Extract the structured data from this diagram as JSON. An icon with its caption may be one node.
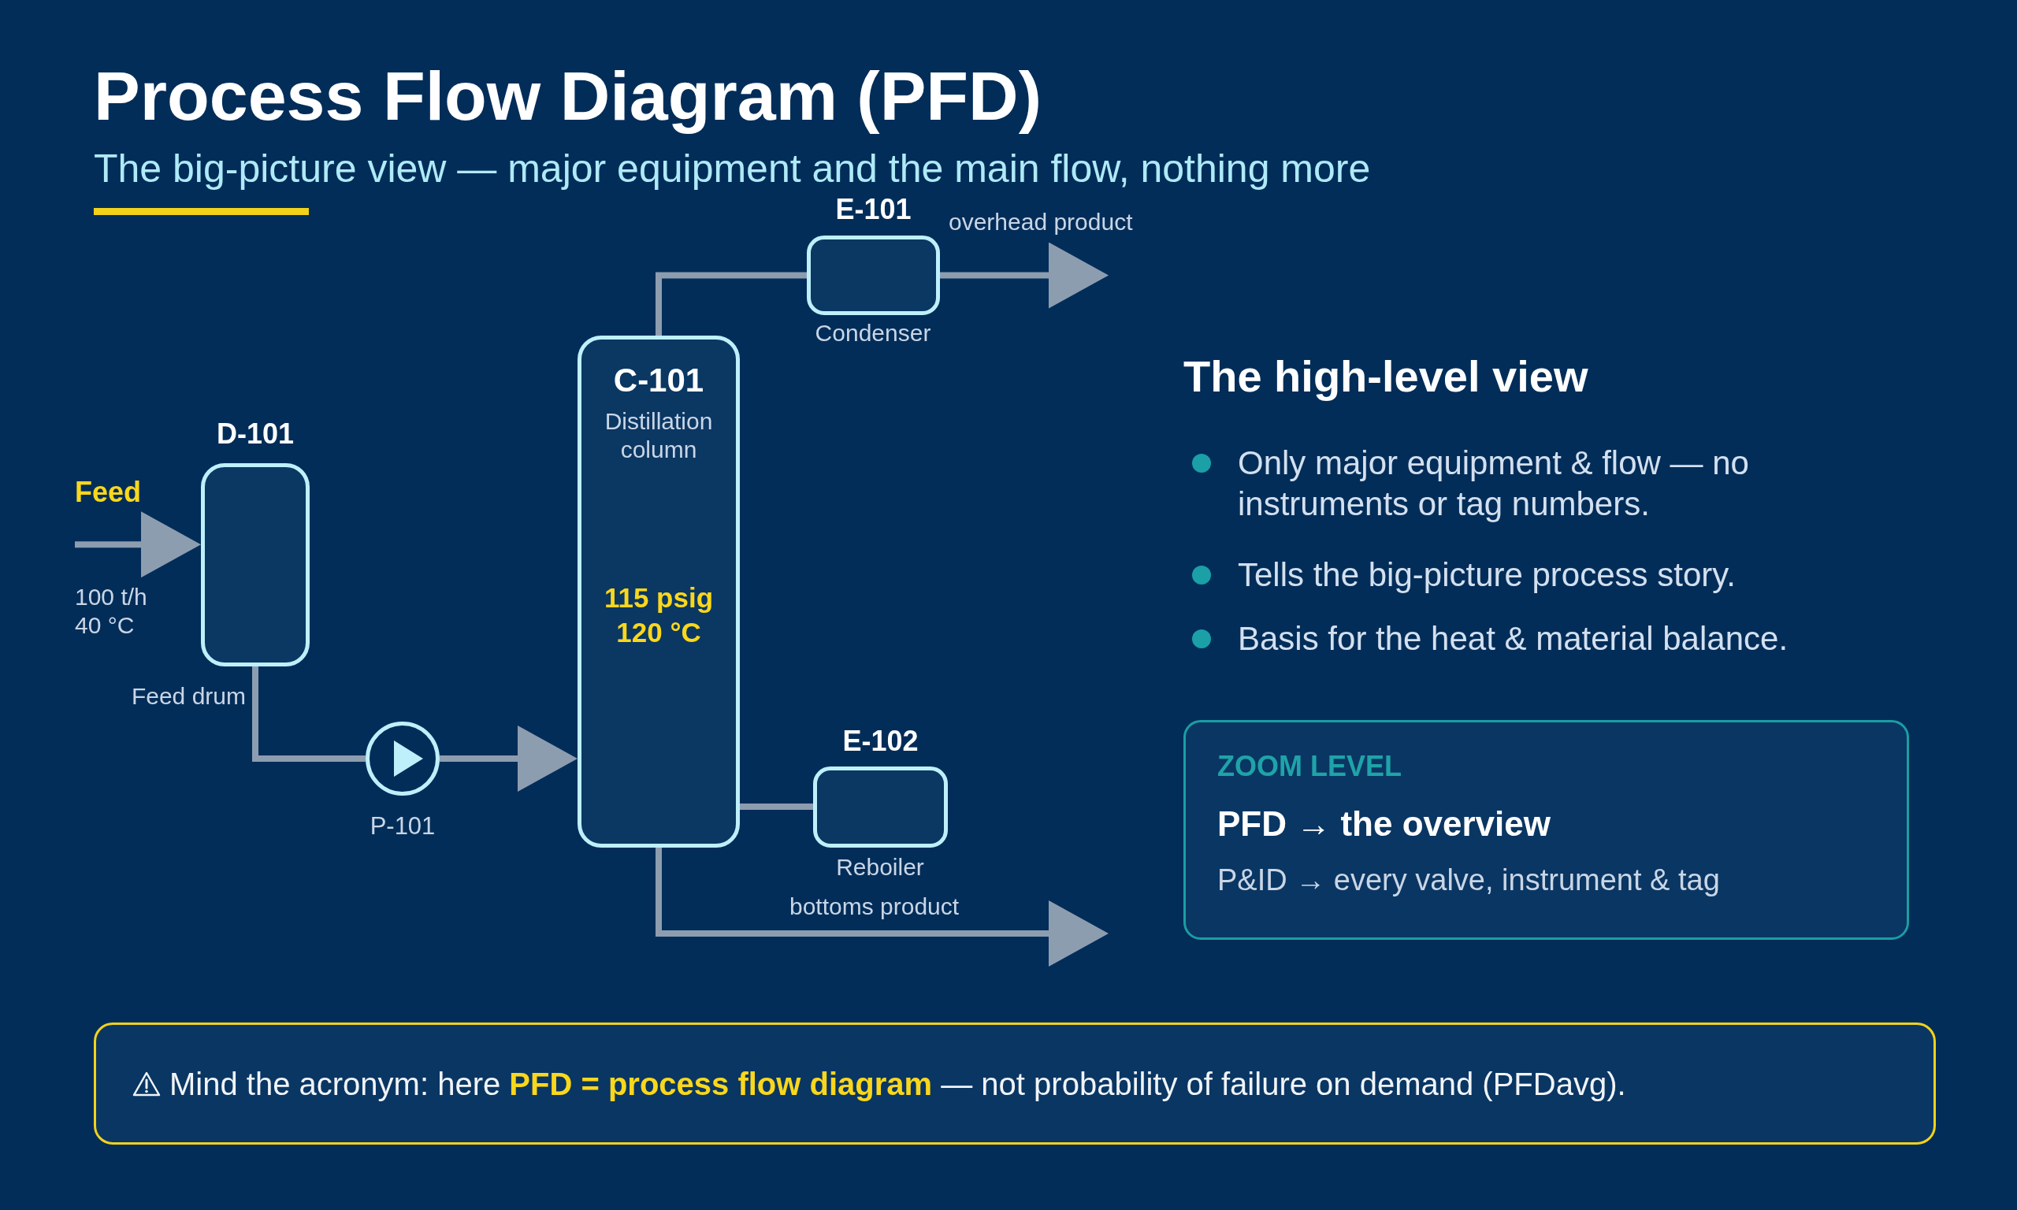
{
  "diagram": {
    "title": "Process Flow Diagram (PFD)",
    "nodes": [
      {
        "text": [
          "D-101"
        ],
        "beside": [
          "Feed drum"
        ]
      },
      {
        "text": [
          "P-101"
        ]
      },
      {
        "text": [
          "C-101",
          "Distillation column",
          "115 psig 120 °C"
        ]
      },
      {
        "text": [
          "E-101"
        ],
        "beside": [
          "Condenser"
        ]
      },
      {
        "text": [
          "E-102"
        ],
        "beside": [
          "Reboiler"
        ]
      },
      {
        "text": [
          "ZOOM LEVEL",
          "PFD → the overview",
          "P&ID → every valve, instrument & tag"
        ]
      },
      {
        "text": [
          "Mind the acronym: here **PFD = process flow diagram** — not probability of failure on demand (PFDavg)."
        ]
      }
    ],
    "edges": [
      {
        "from": null,
        "to": 0,
        "arrow": "to",
        "label": "Feed"
      },
      {
        "from": 0,
        "to": 1,
        "arrow": "none"
      },
      {
        "from": 1,
        "to": 2,
        "arrow": "to"
      },
      {
        "from": 2,
        "to": 3,
        "arrow": "none"
      },
      {
        "from": 3,
        "to": null,
        "arrow": "to",
        "label": "overhead product"
      },
      {
        "from": 2,
        "to": 4,
        "arrow": "none"
      },
      {
        "from": 2,
        "to": null,
        "arrow": "to",
        "label": "bottoms product"
      }
    ],
    "labels": [
      "The big-picture view — major equipment and the main flow, nothing more",
      "100 t/h 40 °C",
      "The high-level view",
      "Only major equipment & flow — no instruments or tag numbers.",
      "Tells the big-picture process story.",
      "Basis for the heat & material balance."
    ]
  }
}
